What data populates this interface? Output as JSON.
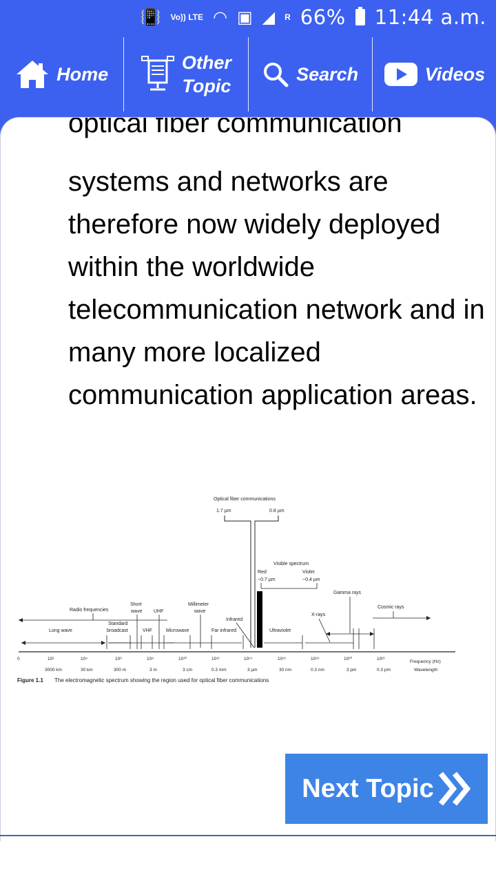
{
  "status_bar": {
    "volte": "Vo)) LTE",
    "network_label": "R",
    "battery": "66%",
    "time": "11:44 a.m."
  },
  "nav": {
    "home": "Home",
    "other_topic_line1": "Other",
    "other_topic_line2": "Topic",
    "search": "Search",
    "videos": "Videos"
  },
  "content": {
    "cut_line": "optical fiber communication",
    "paragraph": "systems and networks are therefore now widely deployed within the worldwide telecommunication network and in many more localized communication application areas."
  },
  "figure": {
    "optical_title": "Optical fiber communications",
    "wl_17": "1.7 µm",
    "wl_08": "0.8 µm",
    "visible_spectrum": "Visible spectrum",
    "red": "Red",
    "red_wl": "~0.7 µm",
    "violet": "Violet",
    "violet_wl": "~0.4 µm",
    "gamma_rays": "Gamma rays",
    "cosmic_rays": "Cosmic rays",
    "x_rays": "X-rays",
    "radio_frequencies": "Radio frequencies",
    "short": "Short",
    "wave": "wave",
    "uhf": "UHF",
    "millimeter": "Millimeter",
    "mm_wave": "wave",
    "infrared": "Infrared",
    "standard": "Standard",
    "broadcast": "broadcast",
    "vhf": "VHF",
    "microwave": "Microwave",
    "far_infrared": "Far infrared",
    "ultraviolet": "Ultraviolet",
    "long_wave": "Long wave",
    "f0": "0",
    "f1": "10²",
    "f2": "10⁴",
    "f3": "10⁶",
    "f4": "10⁸",
    "f5": "10¹⁰",
    "f6": "10¹²",
    "f7": "10¹⁴",
    "f8": "10¹⁶",
    "f9": "10¹⁸",
    "f10": "10²⁰",
    "f11": "10²²",
    "freq_label": "Frequency (Hz)",
    "w1": "3000 km",
    "w2": "30 km",
    "w3": "300 m",
    "w4": "3 m",
    "w5": "3 cm",
    "w6": "0.3 mm",
    "w7": "3 µm",
    "w8": "30 nm",
    "w9": "0.3 nm",
    "w10": "3 pm",
    "w11": "0.3 pm",
    "wl_label": "Wavelength",
    "caption_bold": "Figure 1.1",
    "caption": "The electromagnetic spectrum showing the region used for optical fiber communications"
  },
  "next_button": {
    "label": "Next Topic"
  },
  "colors": {
    "header": "#3c61f0",
    "button": "#3d84e6"
  }
}
